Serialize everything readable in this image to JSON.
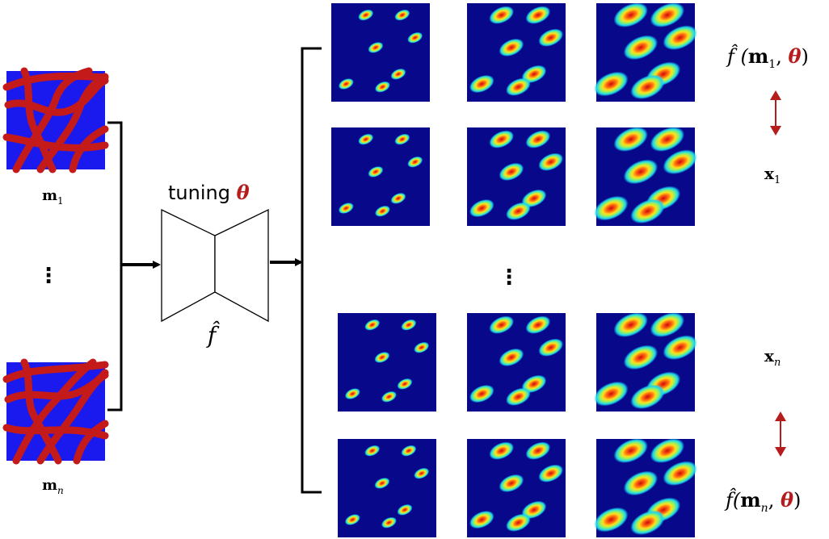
{
  "inputs": {
    "top_label": "m",
    "top_subscript": "1",
    "bottom_label": "m",
    "bottom_subscript": "n",
    "ellipsis": "⋮",
    "field_colors": {
      "background": "#1a1aee",
      "channel": "#c41a1a"
    }
  },
  "network": {
    "caption_word": "tuning ",
    "caption_symbol": "θ",
    "symbol_color": "#b71c1c",
    "operator_label": "f̂"
  },
  "output_grid": {
    "ellipsis": "⋮",
    "rows": 4,
    "columns": 3,
    "colormap": [
      "#08088a",
      "#1ad4f0",
      "#8cf26a",
      "#ffe01a",
      "#ff6a10",
      "#cc0a0a"
    ]
  },
  "right_labels": {
    "pred_top": {
      "prefix": "f̂ (",
      "arg": "m",
      "arg_subscript": "1",
      "sep": ", ",
      "theta": "θ",
      "suffix": ")"
    },
    "obs_top": {
      "base": "x",
      "subscript": "1"
    },
    "obs_bottom": {
      "base": "x",
      "subscript": "n"
    },
    "pred_bottom": {
      "prefix": "f̂(",
      "arg": "m",
      "arg_subscript": "n",
      "sep": ", ",
      "theta": "θ",
      "suffix": ")"
    },
    "arrow_color": "#b71c1c"
  }
}
